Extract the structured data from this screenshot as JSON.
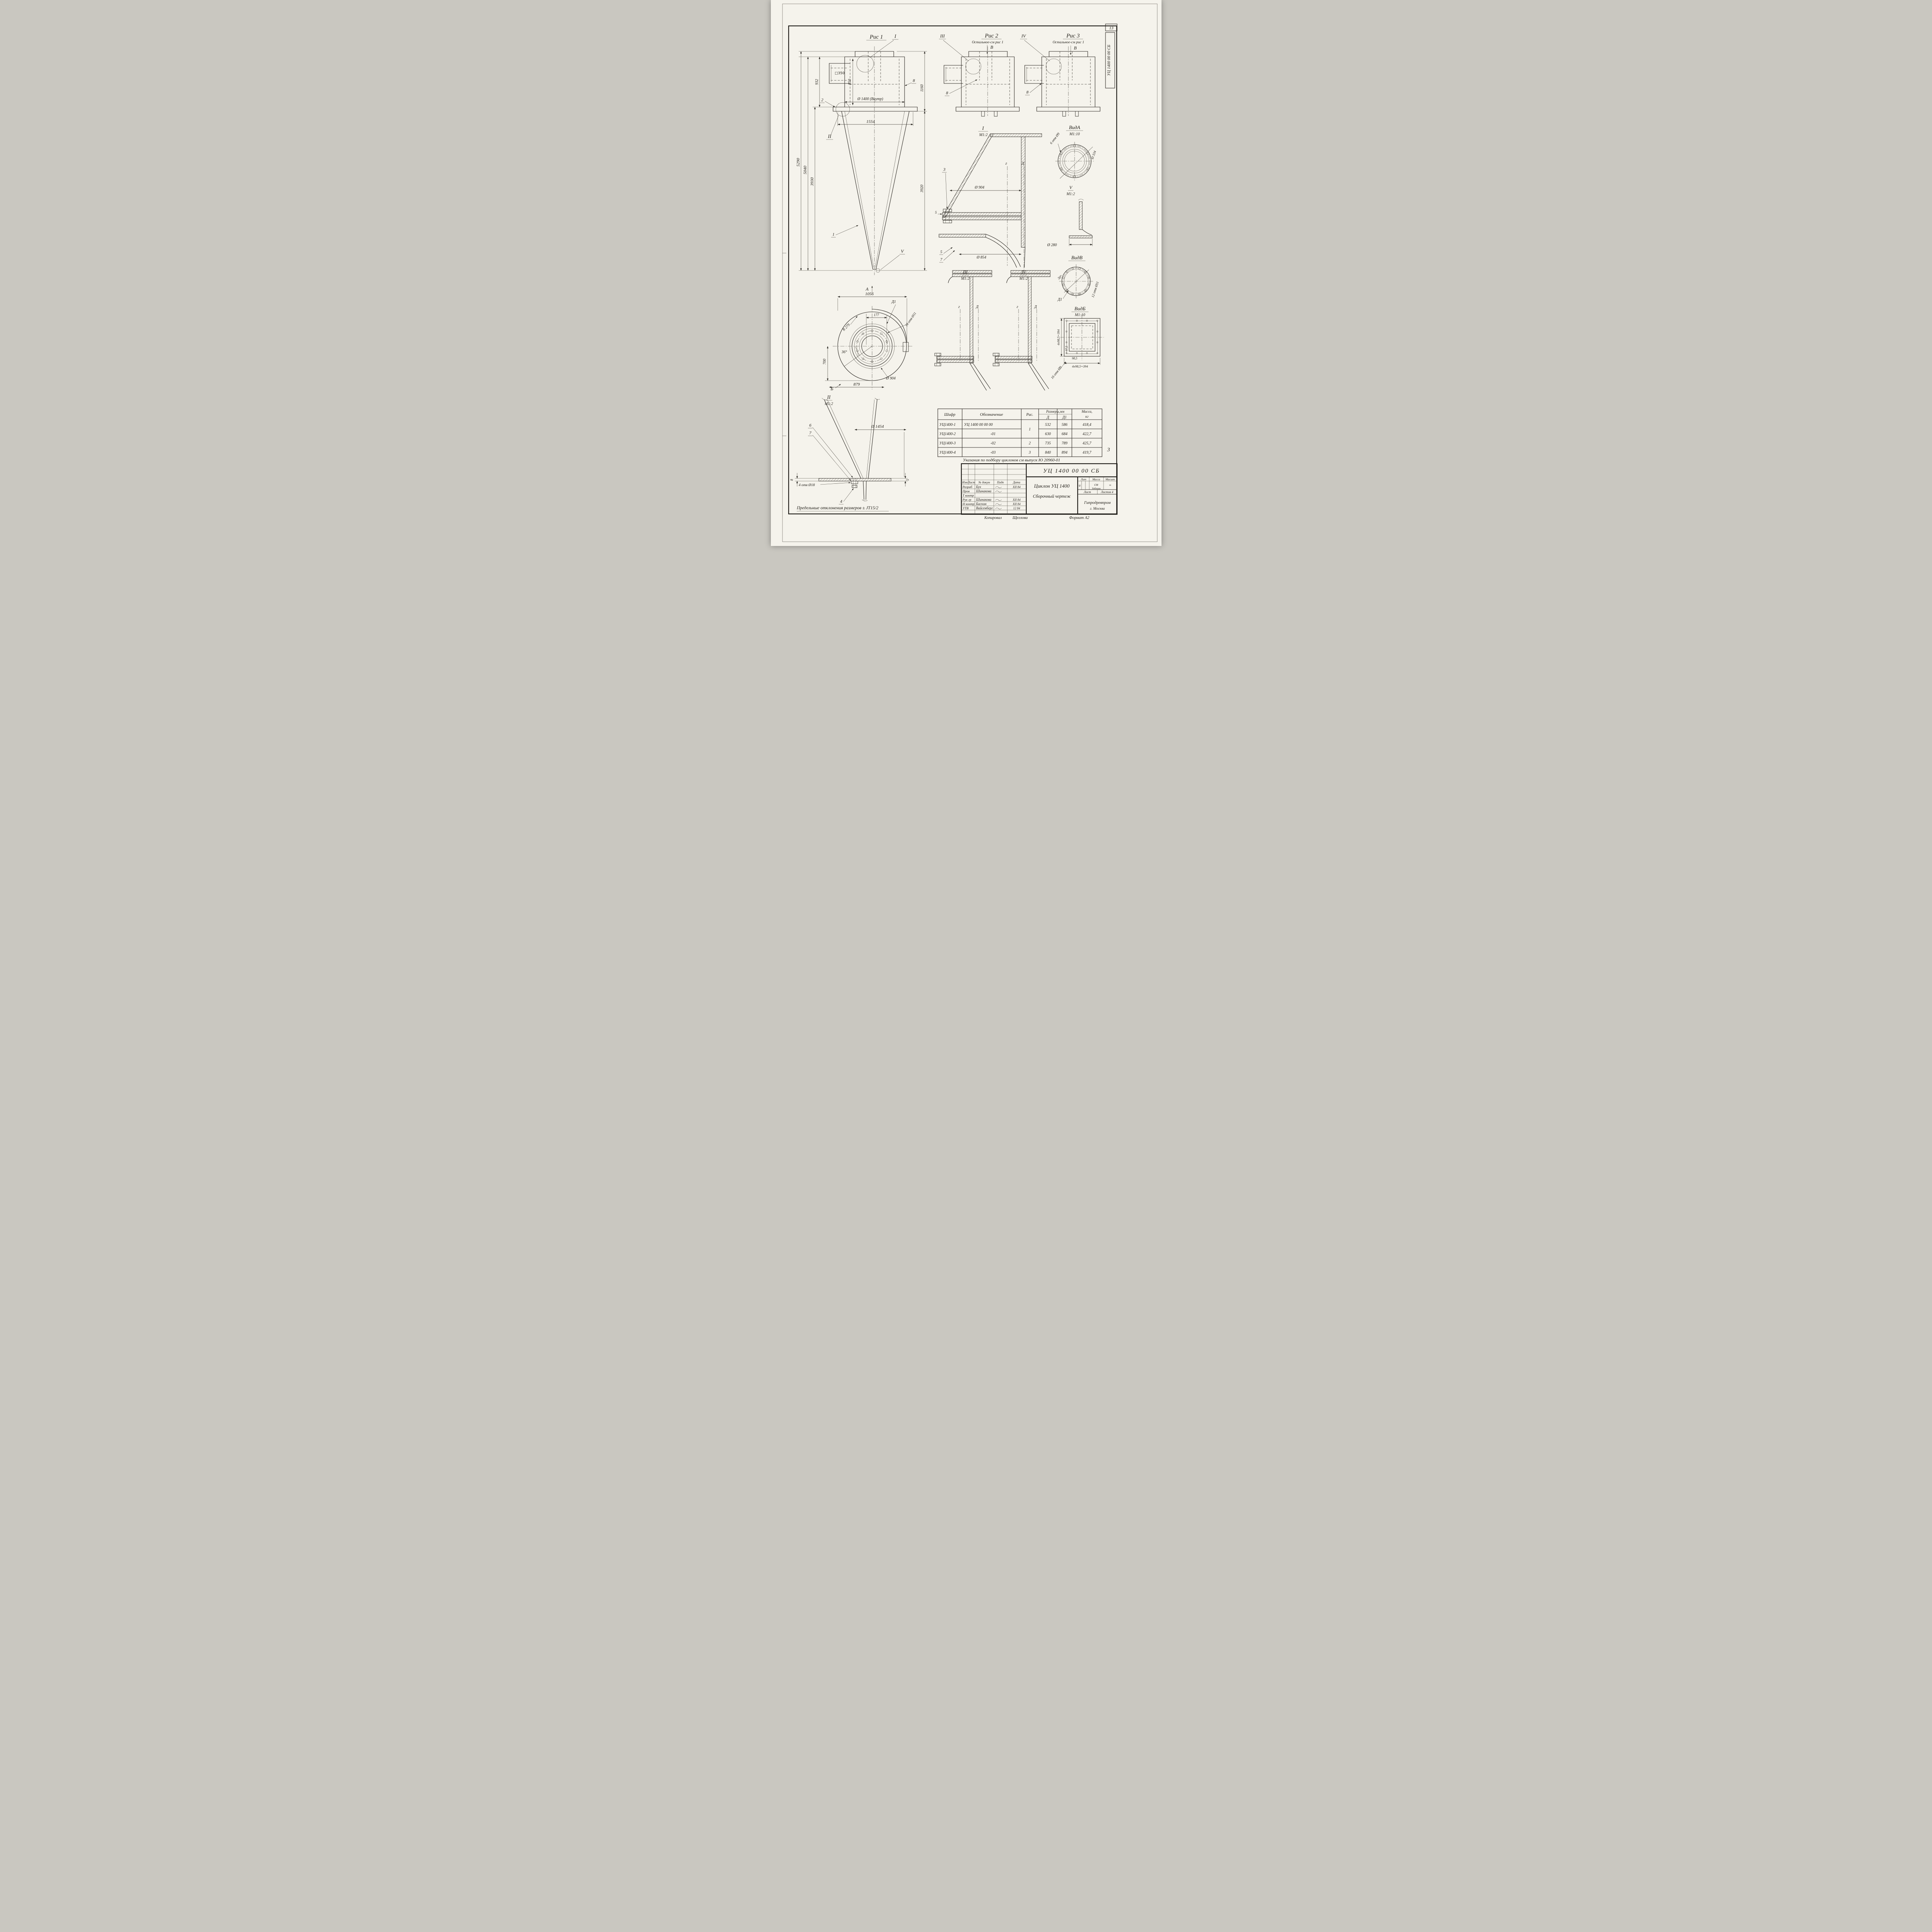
{
  "sheet": {
    "corner_number": "13",
    "doc_code_vertical": "УЦ 1400 00 00 СБ",
    "bottom_page_number": "3",
    "tolerance_note": "Предельные отклонения размеров ± JT15/2",
    "selection_note": "Указания по подбору циклонов см выпуск Ю 20960-01",
    "copied_label": "Копировал",
    "copied_name": "Щеглова",
    "format_label": "Формат А2"
  },
  "fig1": {
    "title": "Рис 1",
    "cut_i": "I",
    "cut_ii": "II",
    "cut_v": "V",
    "dim_box350": "□350",
    "dim_932": "932",
    "dim_850": "850",
    "dim_1400": "Ø 1400 (Внутр)",
    "dim_1160": "1160",
    "dim_1554": "1554",
    "dim_5290": "5290",
    "dim_5040": "5040",
    "dim_3930": "3930",
    "dim_3920": "3920",
    "pos1": "1",
    "pos2": "2",
    "pos8": "8"
  },
  "fig2": {
    "title": "Рис 2",
    "subtitle": "Остальное-см рис 1",
    "cut": "III",
    "view_arrow": "В",
    "pos8": "8"
  },
  "fig3": {
    "title": "Рис 3",
    "subtitle": "Остальное-см рис 1",
    "cut": "IV",
    "view_arrow": "В",
    "pos8": "8"
  },
  "section_i": {
    "title": "I",
    "scale": "М1:2",
    "pos3": "3",
    "pos5": "5",
    "pos5b": "5",
    "pos7": "7",
    "dim_904": "Ø 904",
    "dim_854": "Ø 854",
    "axis_g": "г",
    "axis_d": "Д"
  },
  "view_a": {
    "title": "ВидА",
    "scale": "М1:10",
    "holes": "6 отв Ø9",
    "dim_334": "Ø 334"
  },
  "cut_v": {
    "title": "V",
    "scale": "М1:2",
    "dim_280": "Ø 280"
  },
  "view_v": {
    "title": "ВидВ",
    "angle": "30°",
    "holes": "12 отв Ø11",
    "axis_d1": "Д1"
  },
  "view_b": {
    "title": "ВидБ",
    "scale": "М1:10",
    "dim_left": "4х98,5=394",
    "dim_975": "97,5",
    "dim_985": "98,5",
    "dim_bottom": "4х98,5=394",
    "holes": "16 отв Ø9"
  },
  "section_iii": {
    "title": "III",
    "scale": "М1:2",
    "axis_g": "г",
    "axis_d": "Д"
  },
  "section_iv": {
    "title": "IV",
    "scale": "М1:2",
    "axis_g": "г",
    "axis_d": "Д"
  },
  "section_ii": {
    "title": "II",
    "scale": "М1:2",
    "dim_1056": "1056",
    "view_a_arrow": "А",
    "axis_d1": "Д1",
    "dim_177": "177",
    "dim_r279": "R 279",
    "holes": "10 отв Ø11",
    "angle": "36°",
    "dim_700": "700",
    "dim_879": "879",
    "view_b_arrow": "Б",
    "dim_904": "Ø 904"
  },
  "cone_detail": {
    "pos6": "6",
    "pos7": "7",
    "dim_1454": "Ø 1454",
    "dim_8": "8",
    "dim_5": "5",
    "holes": "4 отв Ø18",
    "pos4": "4"
  },
  "parts_table": {
    "col_code": "Шифр",
    "col_designation": "Обозначение",
    "col_fig": "Рис.",
    "col_dims": "Размеры,мм",
    "col_d": "Д",
    "col_d1": "Д1",
    "col_mass_1": "Масса,",
    "col_mass_2": "кг",
    "rows": [
      {
        "code": "УЦ1400-1",
        "designation": "УЦ 1400 00 00 00",
        "fig": "1",
        "d": "532",
        "d1": "586",
        "mass": "418,4"
      },
      {
        "code": "УЦ1400-2",
        "designation": "-01",
        "fig": "",
        "d": "630",
        "d1": "684",
        "mass": "422,7"
      },
      {
        "code": "УЦ1400-3",
        "designation": "-02",
        "fig": "2",
        "d": "735",
        "d1": "789",
        "mass": "425,7"
      },
      {
        "code": "УЦ1400-4",
        "designation": "-03",
        "fig": "3",
        "d": "840",
        "d1": "894",
        "mass": "419,7"
      }
    ]
  },
  "title_block": {
    "doc_code": "УЦ 1400 00 00 СБ",
    "product_title": "Циклон УЦ 1400",
    "doc_type": "Сборочный чертеж",
    "hdr_izm": "Изм",
    "hdr_list": "Лист",
    "hdr_doc": "№ докум",
    "hdr_sign": "Подп",
    "hdr_date": "Дата",
    "rows": [
      {
        "role": "Разраб",
        "name": "Бух",
        "date": "XII 84"
      },
      {
        "role": "Пров",
        "name": "Шинакова",
        "date": ""
      },
      {
        "role": "Т контр",
        "name": "",
        "date": ""
      },
      {
        "role": "Рук гр",
        "name": "Шинакова",
        "date": "XII 84"
      },
      {
        "role": "Н контр",
        "name": "Баскин",
        "date": "XII 84"
      },
      {
        "role": "УТВ",
        "name": "Вайсенберг",
        "date": "12 84"
      }
    ],
    "lit_label": "Лит",
    "mass_label": "Масса",
    "scale_label": "Масшт",
    "lit_value": "и",
    "mass_value": "см",
    "mass_value2": "Таблица",
    "scale_value": "=",
    "sheet_label": "Лист",
    "sheets_label": "Листов 4",
    "org_name": "Гипродревпром",
    "org_city": "г. Москва"
  }
}
